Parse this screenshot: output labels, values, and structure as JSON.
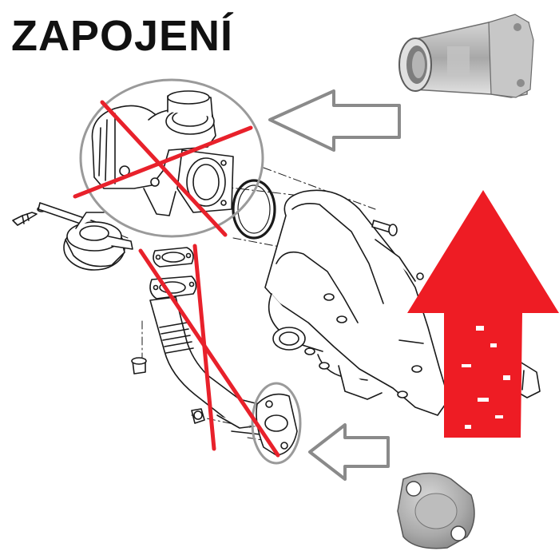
{
  "title": "ZAPOJENÍ",
  "colors": {
    "cross_out": "#e8212b",
    "up_arrow": "#ee1c24",
    "outline_arrow": "#8a8a8a",
    "highlight_ring": "#9a9a9a",
    "line_art": "#1a1a1a"
  },
  "icons": {
    "egr_pipe_photo": "metal-egr-connection-pipe",
    "blanking_plate_photo": "egr-blanking-plate",
    "up_arrow": "arrow-up-icon",
    "left_arrows": "arrow-left-outline-icon"
  }
}
